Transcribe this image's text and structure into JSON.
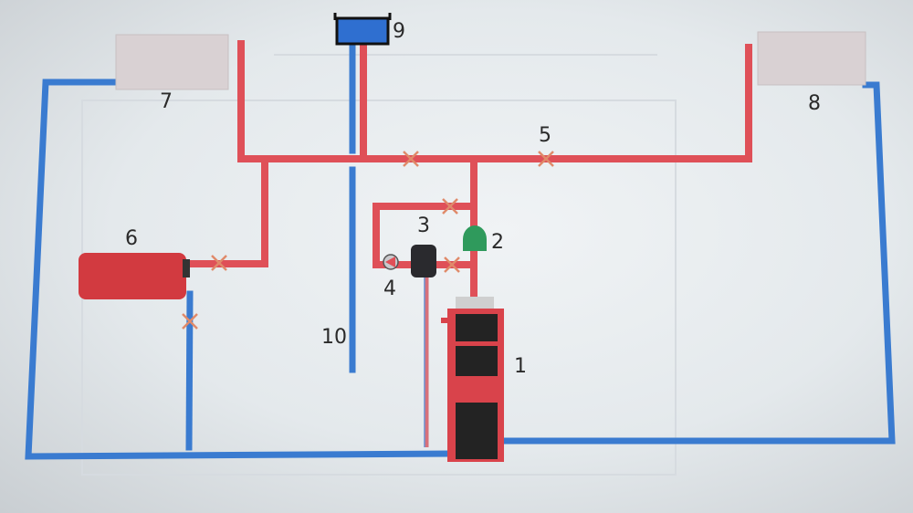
{
  "diagram": {
    "components": [
      {
        "id": "1",
        "label": "1",
        "kind": "boiler"
      },
      {
        "id": "2",
        "label": "2",
        "kind": "safety-group"
      },
      {
        "id": "3",
        "label": "3",
        "kind": "three-way-valve"
      },
      {
        "id": "4",
        "label": "4",
        "kind": "circulation-pump"
      },
      {
        "id": "5",
        "label": "5",
        "kind": "shutoff-valve"
      },
      {
        "id": "6",
        "label": "6",
        "kind": "buffer-tank"
      },
      {
        "id": "7",
        "label": "7",
        "kind": "radiator"
      },
      {
        "id": "8",
        "label": "8",
        "kind": "radiator"
      },
      {
        "id": "9",
        "label": "9",
        "kind": "expansion-tank"
      },
      {
        "id": "10",
        "label": "10",
        "kind": "overflow-pipe"
      }
    ],
    "colors": {
      "supply": "#df5058",
      "return": "#3a7bd0",
      "boiler": "#d9434b",
      "safety": "#2f9a5c",
      "tank": "#2f6fd0"
    }
  }
}
